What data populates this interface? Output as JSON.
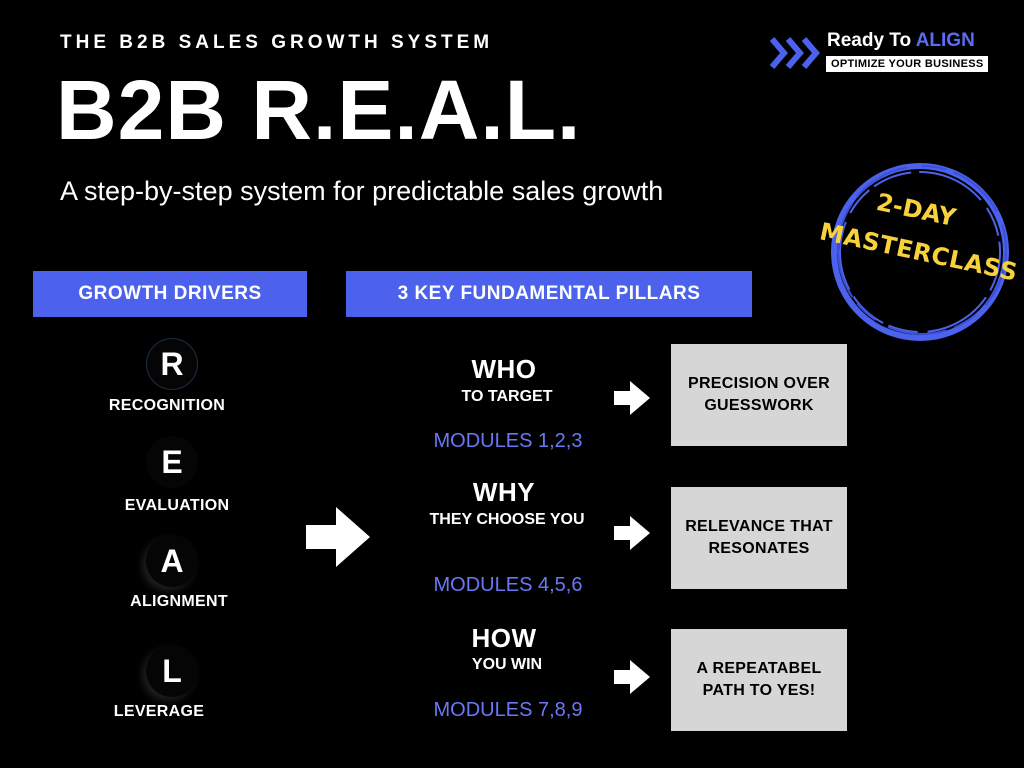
{
  "header": {
    "kicker": "THE B2B SALES GROWTH SYSTEM",
    "title": "B2B R.E.A.L.",
    "subtitle": "A step-by-step system for predictable sales growth"
  },
  "logo": {
    "name_part1": "Ready To ",
    "name_part2": "ALIGN",
    "tagline": "OPTIMIZE YOUR BUSINESS",
    "accent_color": "#5a6cf2"
  },
  "badge": {
    "line1": "2-DAY",
    "line2": "MASTERCLASS",
    "ring_color": "#4d62ec",
    "text_color": "#f7d23a"
  },
  "sections": {
    "drivers_header": "GROWTH DRIVERS",
    "pillars_header": "3 KEY FUNDAMENTAL PILLARS",
    "header_color": "#4d62ec"
  },
  "drivers": [
    {
      "letter": "R",
      "label": "RECOGNITION"
    },
    {
      "letter": "E",
      "label": "EVALUATION"
    },
    {
      "letter": "A",
      "label": "ALIGNMENT"
    },
    {
      "letter": "L",
      "label": "LEVERAGE"
    }
  ],
  "pillars": [
    {
      "head": "WHO",
      "sub": "TO TARGET",
      "modules": "MODULES 1,2,3",
      "result": "PRECISION OVER GUESSWORK"
    },
    {
      "head": "WHY",
      "sub": "THEY CHOOSE YOU",
      "modules": "MODULES 4,5,6",
      "result": "RELEVANCE THAT RESONATES"
    },
    {
      "head": "HOW",
      "sub": "YOU WIN",
      "modules": "MODULES 7,8,9",
      "result": "A REPEATABEL PATH TO YES!"
    }
  ],
  "colors": {
    "background": "#000000",
    "module_text": "#6a78f6",
    "result_box": "#d6d6d6"
  }
}
